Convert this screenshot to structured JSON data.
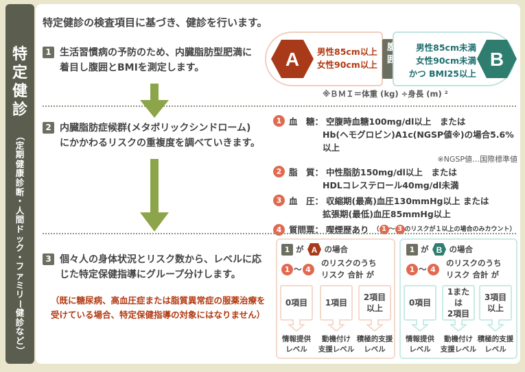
{
  "sidebar": {
    "title_chars": [
      "特",
      "定",
      "健",
      "診"
    ],
    "sub_chars": [
      "（",
      "定",
      "期",
      "健",
      "康",
      "診",
      "断",
      "・",
      "人",
      "間",
      "ド",
      "ッ",
      "ク",
      "・",
      "フ",
      "ァ",
      "ミ",
      "リ",
      "ー",
      "健",
      "診",
      "な",
      "ど",
      "）"
    ]
  },
  "headline": "特定健診の検査項目に基づき、健診を行います。",
  "steps": [
    {
      "num": "1",
      "line1": "生活習慣病の予防のため、内臓脂肪型肥満に",
      "line2": "着目し腹囲とBMIを測定します。"
    },
    {
      "num": "2",
      "line1": "内臓脂肪症候群(メタボリックシンドローム)",
      "line2": "にかかわるリスクの重複度を調べていきます。"
    },
    {
      "num": "3",
      "line1": "個々人の身体状況とリスク数から、レベルに応",
      "line2": "じた特定保健指導にグループ分けします。"
    }
  ],
  "note": {
    "line1": "（既に糖尿病、高血圧症または脂質異常症の服薬治療を",
    "line2": "受けている場合、特定保健指導の対象にはなりません）"
  },
  "waist": {
    "a_letter": "A",
    "a_line1": "男性85cm以上",
    "a_line2": "女性90cm以上",
    "mid_label": "腹囲",
    "b_letter": "B",
    "b_line1": "男性85cm未満",
    "b_line2": "女性90cm未満",
    "b_line3": "かつ BMI25以上",
    "bmi_formula": "※ＢＭＩ＝体重 (kg) ÷身長 (m) ²"
  },
  "risks": [
    {
      "num": "1",
      "label": "血　糖：",
      "line1": "空腹時血糖100mg/dl以上　または",
      "line2": "Hb(ヘモグロビン)A1c(NGSP値※)の場合5.6%以上",
      "note": "※NGSP値…国際標準値"
    },
    {
      "num": "2",
      "label": "脂　質：",
      "line1": "中性脂肪150mg/dl以上　または",
      "line2": "HDLコレステロール40mg/dl未満"
    },
    {
      "num": "3",
      "label": "血　圧：",
      "line1": "収縮期(最高)血圧130mmHg以上 または",
      "line2": "拡張期(最低)血圧85mmHg以上"
    },
    {
      "num": "4",
      "label": "質問票：",
      "line1": "喫煙歴あり",
      "paren_open": "（",
      "from": "1",
      "tilde": "～",
      "to": "3",
      "paren_text": "のリスクが１以上の場合のみカウント）"
    }
  ],
  "groups": {
    "a": {
      "head_num": "1",
      "head_ga": "が",
      "head_letter": "A",
      "head_case": "の場合",
      "risk_from": "1",
      "risk_tilde": "～",
      "risk_to": "4",
      "risk_line1": "のリスクのうち",
      "risk_line2": "リスク 合計 が",
      "levels": [
        {
          "count": "0項目",
          "name1": "情報提供",
          "name2": "レベル"
        },
        {
          "count": "1項目",
          "name1": "動機付け",
          "name2": "支援レベル"
        },
        {
          "count1": "2項目",
          "count2": "以上",
          "name1": "積極的支援",
          "name2": "レベル"
        }
      ]
    },
    "b": {
      "head_num": "1",
      "head_ga": "が",
      "head_letter": "B",
      "head_case": "の場合",
      "risk_from": "1",
      "risk_tilde": "～",
      "risk_to": "4",
      "risk_line1": "のリスクのうち",
      "risk_line2": "リスク 合計 が",
      "levels": [
        {
          "count": "0項目",
          "name1": "情報提供",
          "name2": "レベル"
        },
        {
          "count1": "1または",
          "count2": "2項目",
          "name1": "動機付け",
          "name2": "支援レベル"
        },
        {
          "count1": "3項目",
          "count2": "以上",
          "name1": "積極的支援",
          "name2": "レベル"
        }
      ]
    }
  },
  "colors": {
    "sidebar": "#5b5e4e",
    "arrow": "#8ca54a",
    "accent_red": "#b23a12",
    "hex_a": "#a83a1a",
    "hex_b": "#2e7d6e",
    "circle": "#e06a50"
  }
}
